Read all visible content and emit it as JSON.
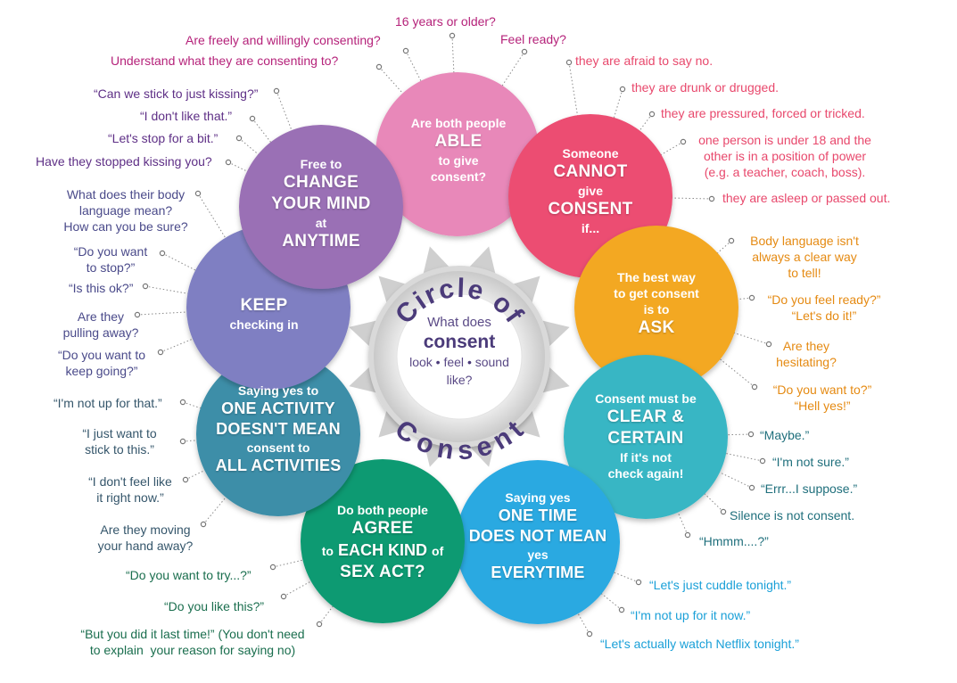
{
  "center": {
    "title_top": "Circle of",
    "title_bottom": "Consent",
    "question_line1": "What does",
    "question_word": "consent",
    "senses": [
      "look",
      "feel",
      "sound"
    ],
    "question_end": "like?",
    "color_title": "#4b3b7a"
  },
  "circles": [
    {
      "id": "able",
      "color": "#e888b9",
      "line1": "Are both people",
      "big": "ABLE",
      "line3": "to give",
      "line4": "consent?"
    },
    {
      "id": "cannot",
      "color": "#ec4d72",
      "line1": "Someone",
      "big1": "CANNOT",
      "line3": "give",
      "big2": "CONSENT",
      "line5": "if..."
    },
    {
      "id": "ask",
      "color": "#f3a823",
      "line1": "The best way",
      "line2": "to get consent",
      "line3": "is to",
      "big": "ASK"
    },
    {
      "id": "clear",
      "color": "#38b6c4",
      "line1": "Consent must be",
      "big1": "CLEAR &",
      "big2": "CERTAIN",
      "line4": "If it's not",
      "line5": "check again!"
    },
    {
      "id": "onetime",
      "color": "#2aa9e1",
      "line1": "Saying yes",
      "big1": "ONE TIME",
      "big2": "DOES NOT MEAN",
      "line4": "yes",
      "big3": "EVERYTIME"
    },
    {
      "id": "agree",
      "color": "#0f9a72",
      "line1": "Do both people",
      "big1": "AGREE",
      "pre": "to",
      "big2": "EACH KIND",
      "post": "of",
      "big3": "SEX ACT?"
    },
    {
      "id": "oneactivity",
      "color": "#3d8ea8",
      "line1": "Saying yes to",
      "big1": "ONE ACTIVITY",
      "big2": "DOESN'T MEAN",
      "line4": "consent to",
      "big3": "ALL ACTIVITIES"
    },
    {
      "id": "keep",
      "color": "#7f7fc2",
      "big": "KEEP",
      "line2": "checking in"
    },
    {
      "id": "change",
      "color": "#9a6fb5",
      "line1": "Free to",
      "big1": "CHANGE",
      "big2": "YOUR MIND",
      "line4": "at",
      "big3": "ANYTIME"
    }
  ],
  "annotations": {
    "able": [
      "16 years or older?",
      "Feel ready?",
      "Are freely and willingly consenting?",
      "Understand what they are consenting to?"
    ],
    "cannot": [
      "they are afraid to say no.",
      "they are drunk or drugged.",
      "they are pressured, forced or tricked.",
      "one person is under 18 and the\nother is in a position of power\n(e.g. a teacher, coach, boss).",
      "they are asleep or passed out."
    ],
    "ask": [
      "Body language isn't\nalways a clear way\nto tell!",
      "“Do you feel ready?”\n“Let's do it!”",
      "Are they\nhesitating?",
      "“Do you want to?”\n“Hell yes!”"
    ],
    "clear": [
      "“Maybe.”",
      "“I'm not sure.”",
      "“Errr...I suppose.”",
      "Silence is not consent.",
      "“Hmmm....?”"
    ],
    "onetime": [
      "“Let's just cuddle tonight.”",
      "“I'm not up for it now.”",
      "“Let's actually watch Netflix tonight.”"
    ],
    "agree": [
      "“Do you want to try...?”",
      "“Do you like this?”",
      "“But you did it last time!” (You don't need\nto explain  your reason for saying no)"
    ],
    "oneactivity": [
      "“I'm not up for that.”",
      "“I just want to\nstick to this.”",
      "“I don't feel like\nit right now.”",
      "Are they moving\nyour hand away?"
    ],
    "keep": [
      "What does their body\nlanguage mean?\nHow can you be sure?",
      "“Do you want\nto stop?”",
      "“Is this ok?”",
      "Are they\npulling away?",
      "“Do you want to\nkeep going?”"
    ],
    "change": [
      "“Can we stick to just kissing?”",
      "“I don't like that.”",
      "“Let's stop for a bit.”",
      "Have they stopped kissing you?"
    ]
  },
  "annotation_colors": {
    "able": "#b5227a",
    "cannot": "#e8486c",
    "ask": "#e58a12",
    "clear": "#1f6f7c",
    "onetime": "#1aa0d8",
    "agree": "#1a6e4e",
    "oneactivity": "#35566b",
    "keep": "#4a4a8a",
    "change": "#5e2f86"
  }
}
